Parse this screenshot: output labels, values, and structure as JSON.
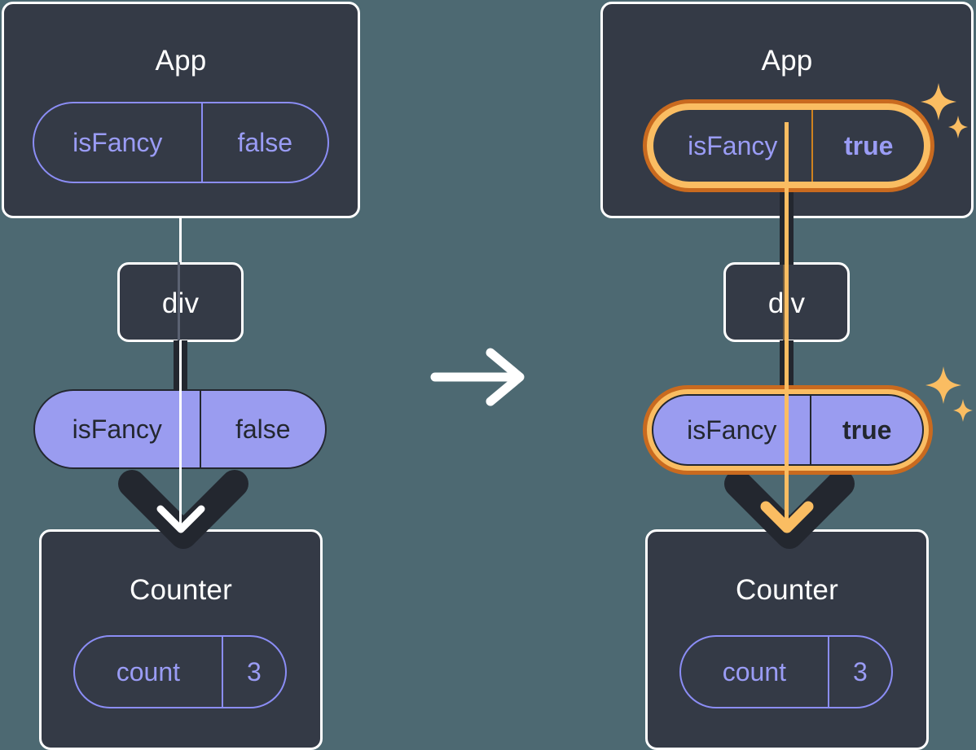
{
  "diagram": {
    "title": "React state propagation: isFancy false to true",
    "colors": {
      "background": "#4d6972",
      "box_fill": "#343a46",
      "box_border": "#ffffff",
      "pill_purple": "#9a9cf0",
      "pill_outline": "#8b8df5",
      "text_purple": "#9a9cf5",
      "text_dark": "#23272f",
      "highlight_light": "#fabd62",
      "highlight_dark": "#c96a1f",
      "rail_dark": "#23272f"
    },
    "transition_arrow": {
      "icon": "arrow-right-icon",
      "color": "#ffffff"
    },
    "panels": [
      {
        "id": "before",
        "state_highlighted": false,
        "flow_color": "#ffffff",
        "app": {
          "title": "App",
          "state": {
            "key": "isFancy",
            "value": "false",
            "value_bold": false,
            "filled": false,
            "highlighted": false
          }
        },
        "div": {
          "title": "div"
        },
        "prop": {
          "key": "isFancy",
          "value": "false",
          "value_bold": false,
          "filled": true,
          "highlighted": false
        },
        "counter": {
          "title": "Counter",
          "state": {
            "key": "count",
            "value": "3",
            "value_bold": false,
            "filled": false,
            "highlighted": false
          }
        }
      },
      {
        "id": "after",
        "state_highlighted": true,
        "flow_color": "#fabd62",
        "app": {
          "title": "App",
          "state": {
            "key": "isFancy",
            "value": "true",
            "value_bold": true,
            "filled": false,
            "highlighted": true
          }
        },
        "div": {
          "title": "div"
        },
        "prop": {
          "key": "isFancy",
          "value": "true",
          "value_bold": true,
          "filled": true,
          "highlighted": true
        },
        "counter": {
          "title": "Counter",
          "state": {
            "key": "count",
            "value": "3",
            "value_bold": false,
            "filled": false,
            "highlighted": false
          }
        }
      }
    ],
    "sparkle_icon": "sparkles-icon"
  }
}
